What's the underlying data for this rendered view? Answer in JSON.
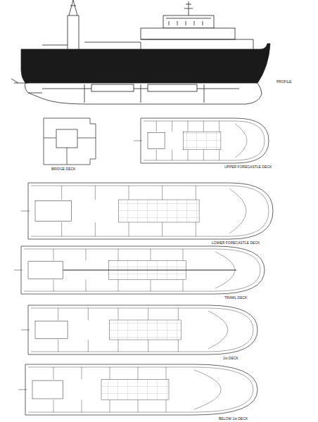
{
  "diagram": {
    "labels": [
      "PROFILE",
      "BRIDGE DECK",
      "UPPER FORECASTLE DECK",
      "LOWER FORECASTLE DECK",
      "TRAWL DECK",
      "1st DECK",
      "BELOW 1st DECK"
    ]
  }
}
